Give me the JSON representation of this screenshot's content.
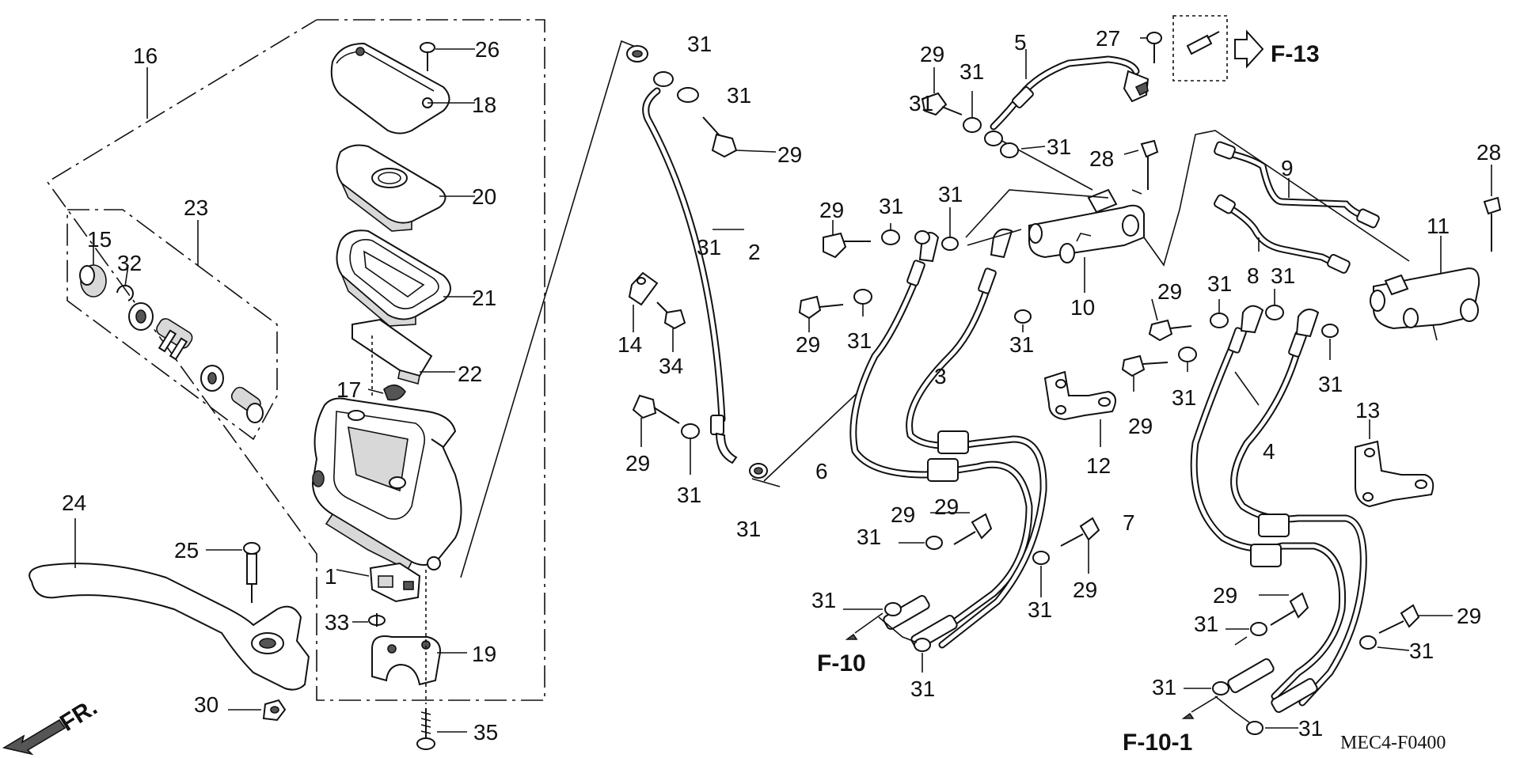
{
  "diagram": {
    "code": "MEC4-F0400",
    "direction_label": "FR.",
    "refs": {
      "f13": "F-13",
      "f10": "F-10",
      "f10_1": "F-10-1"
    },
    "labels": [
      {
        "id": "l1",
        "text": "1"
      },
      {
        "id": "l2",
        "text": "2"
      },
      {
        "id": "l3",
        "text": "3"
      },
      {
        "id": "l4",
        "text": "4"
      },
      {
        "id": "l5",
        "text": "5"
      },
      {
        "id": "l6",
        "text": "6"
      },
      {
        "id": "l7",
        "text": "7"
      },
      {
        "id": "l8",
        "text": "8"
      },
      {
        "id": "l9",
        "text": "9"
      },
      {
        "id": "l10",
        "text": "10"
      },
      {
        "id": "l11",
        "text": "11"
      },
      {
        "id": "l12",
        "text": "12"
      },
      {
        "id": "l13",
        "text": "13"
      },
      {
        "id": "l14",
        "text": "14"
      },
      {
        "id": "l15",
        "text": "15"
      },
      {
        "id": "l16",
        "text": "16"
      },
      {
        "id": "l17",
        "text": "17"
      },
      {
        "id": "l18",
        "text": "18"
      },
      {
        "id": "l19",
        "text": "19"
      },
      {
        "id": "l20",
        "text": "20"
      },
      {
        "id": "l21",
        "text": "21"
      },
      {
        "id": "l22",
        "text": "22"
      },
      {
        "id": "l23",
        "text": "23"
      },
      {
        "id": "l24",
        "text": "24"
      },
      {
        "id": "l25",
        "text": "25"
      },
      {
        "id": "l26",
        "text": "26"
      },
      {
        "id": "l27",
        "text": "27"
      },
      {
        "id": "l28a",
        "text": "28"
      },
      {
        "id": "l28b",
        "text": "28"
      },
      {
        "id": "l29a",
        "text": "29"
      },
      {
        "id": "l29b",
        "text": "29"
      },
      {
        "id": "l29c",
        "text": "29"
      },
      {
        "id": "l29d",
        "text": "29"
      },
      {
        "id": "l29e",
        "text": "29"
      },
      {
        "id": "l29f",
        "text": "29"
      },
      {
        "id": "l29g",
        "text": "29"
      },
      {
        "id": "l29h",
        "text": "29"
      },
      {
        "id": "l29i",
        "text": "29"
      },
      {
        "id": "l29j",
        "text": "29"
      },
      {
        "id": "l29k",
        "text": "29"
      },
      {
        "id": "l29l",
        "text": "29"
      },
      {
        "id": "l30",
        "text": "30"
      },
      {
        "id": "l31a",
        "text": "31"
      },
      {
        "id": "l31b",
        "text": "31"
      },
      {
        "id": "l31c",
        "text": "31"
      },
      {
        "id": "l31d",
        "text": "31"
      },
      {
        "id": "l31e",
        "text": "31"
      },
      {
        "id": "l31f",
        "text": "31"
      },
      {
        "id": "l31g",
        "text": "31"
      },
      {
        "id": "l31h",
        "text": "31"
      },
      {
        "id": "l31i",
        "text": "31"
      },
      {
        "id": "l31j",
        "text": "31"
      },
      {
        "id": "l31k",
        "text": "31"
      },
      {
        "id": "l31l",
        "text": "31"
      },
      {
        "id": "l31m",
        "text": "31"
      },
      {
        "id": "l31n",
        "text": "31"
      },
      {
        "id": "l31o",
        "text": "31"
      },
      {
        "id": "l31p",
        "text": "31"
      },
      {
        "id": "l31q",
        "text": "31"
      },
      {
        "id": "l31r",
        "text": "31"
      },
      {
        "id": "l31s",
        "text": "31"
      },
      {
        "id": "l31t",
        "text": "31"
      },
      {
        "id": "l31u",
        "text": "31"
      },
      {
        "id": "l31v",
        "text": "31"
      },
      {
        "id": "l31w",
        "text": "31"
      },
      {
        "id": "l31x",
        "text": "31"
      },
      {
        "id": "l32",
        "text": "32"
      },
      {
        "id": "l33",
        "text": "33"
      },
      {
        "id": "l34",
        "text": "34"
      },
      {
        "id": "l35",
        "text": "35"
      }
    ]
  }
}
